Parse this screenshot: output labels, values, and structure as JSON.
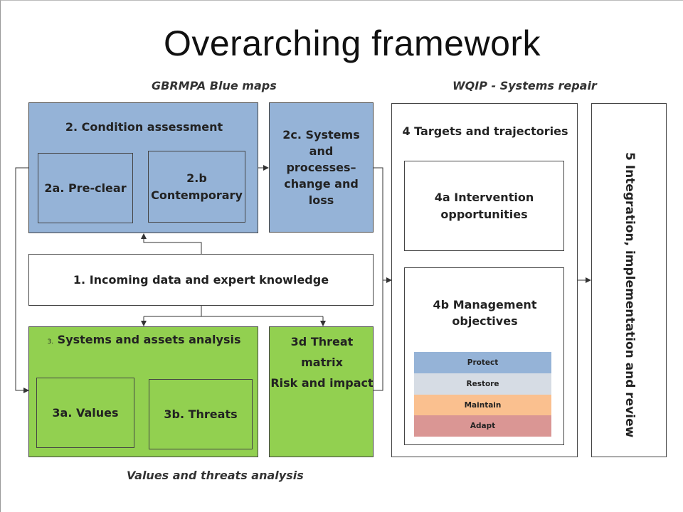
{
  "title": "Overarching framework",
  "labels": {
    "blue_maps": "GBRMPA Blue maps",
    "systems_repair": "WQIP - Systems repair",
    "values_threats": "Values and threats analysis"
  },
  "boxes": {
    "condition_assessment": "2. Condition assessment",
    "pre_clear": "2a. Pre-clear",
    "contemporary_line1": "2.b",
    "contemporary_line2": "Contemporary",
    "systems_processes_line1": "2c. Systems and",
    "systems_processes_line2": "processes–",
    "systems_processes_line3": "change and loss",
    "incoming_data": "1. Incoming data and expert knowledge",
    "systems_assets_prefix": "3.",
    "systems_assets": "Systems and assets analysis",
    "values": "3a. Values",
    "threats": "3b. Threats",
    "threat_matrix_line1": "3d Threat",
    "threat_matrix_line2": "matrix",
    "threat_matrix_line3": "Risk and impact",
    "targets": "4 Targets and trajectories",
    "intervention_line1": "4a Intervention",
    "intervention_line2": "opportunities",
    "management_line1": "4b Management",
    "management_line2": "objectives",
    "integration": "5 Integration,  implementation and review"
  },
  "management_objectives": [
    {
      "label": "Protect",
      "color": "#95b3d7"
    },
    {
      "label": "Restore",
      "color": "#d6dce4"
    },
    {
      "label": "Maintain",
      "color": "#fac08f"
    },
    {
      "label": "Adapt",
      "color": "#da9694"
    }
  ],
  "colors": {
    "blue": "#95b3d7",
    "green": "#92d050",
    "line": "#333333"
  }
}
